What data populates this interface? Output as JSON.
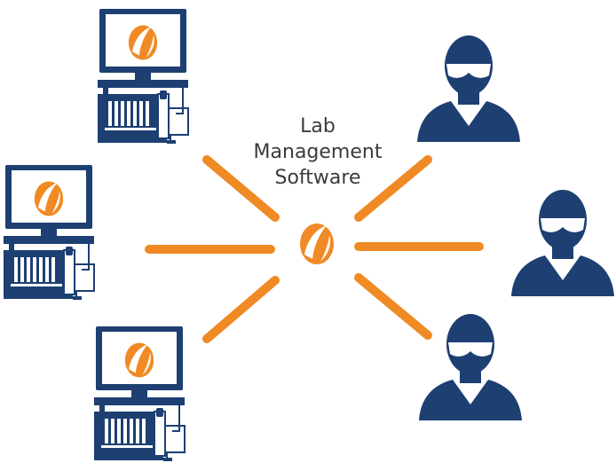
{
  "hub": {
    "label_lines": [
      "Lab",
      "Management",
      "Software"
    ],
    "icon": "orange-logo-icon"
  },
  "instruments": [
    {
      "name": "instrument-1",
      "icon": "lab-instrument-icon"
    },
    {
      "name": "instrument-2",
      "icon": "lab-instrument-icon"
    },
    {
      "name": "instrument-3",
      "icon": "lab-instrument-icon"
    }
  ],
  "users": [
    {
      "name": "user-1",
      "icon": "user-with-goggles-icon"
    },
    {
      "name": "user-2",
      "icon": "user-with-goggles-icon"
    },
    {
      "name": "user-3",
      "icon": "user-with-goggles-icon"
    }
  ],
  "colors": {
    "navy": "#1d3f72",
    "orange": "#f08a24",
    "text": "#3b3b3b"
  }
}
